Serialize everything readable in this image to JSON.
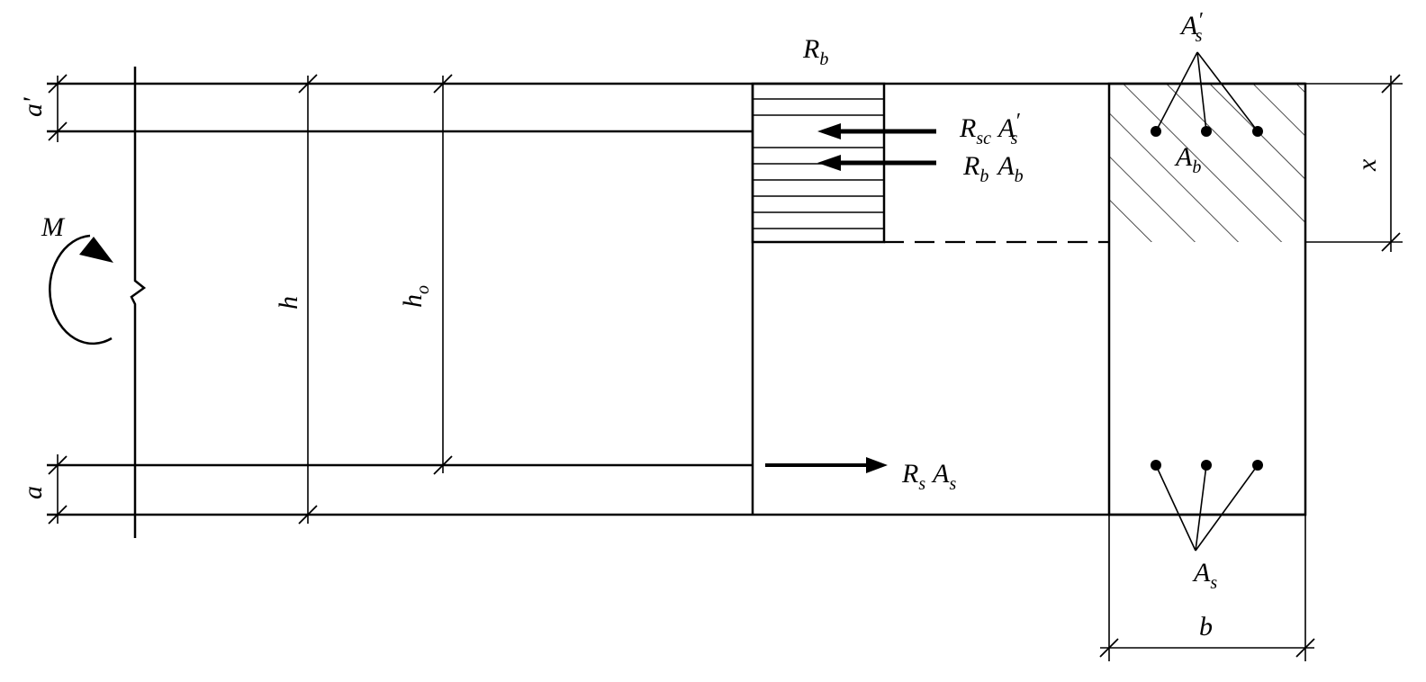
{
  "labels": {
    "moment": "M",
    "dim_a_prime": "a'",
    "dim_a": "a",
    "dim_h": "h",
    "dim_h0_main": "h",
    "dim_h0_sub": "o",
    "stress_top_main": "R",
    "stress_top_sub": "b",
    "force_sc_main": "R",
    "force_sc_sub": "sc",
    "force_sc_area": "A",
    "force_sc_area_sub": "s",
    "force_sc_prime": "′",
    "force_b_main": "R",
    "force_b_sub": "b",
    "force_b_area": "A",
    "force_b_area_sub": "b",
    "force_s_main": "R",
    "force_s_sub": "s",
    "force_s_area": "A",
    "force_s_area_sub": "s",
    "top_steel_main": "A",
    "top_steel_sub": "s",
    "top_steel_prime": "′",
    "compressed_area_main": "A",
    "compressed_area_sub": "b",
    "bottom_steel_main": "A",
    "bottom_steel_sub": "s",
    "dim_x": "x",
    "dim_b": "b"
  }
}
